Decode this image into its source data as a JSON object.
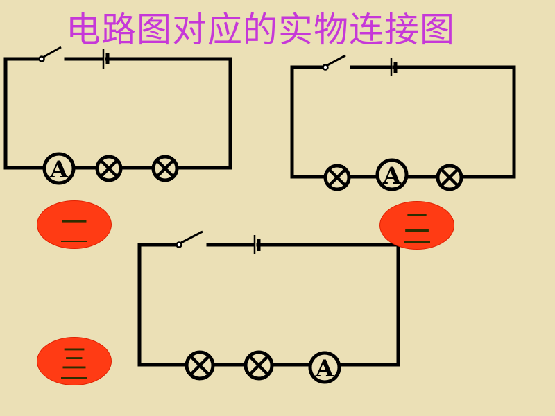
{
  "title": "电路图对应的实物连接图",
  "meter_symbol": "A",
  "labels": {
    "one": "一",
    "two": "二",
    "three": "三"
  },
  "colors": {
    "background": "#ebe0b6",
    "title": "#c638d8",
    "badge": "#ff3b14"
  }
}
